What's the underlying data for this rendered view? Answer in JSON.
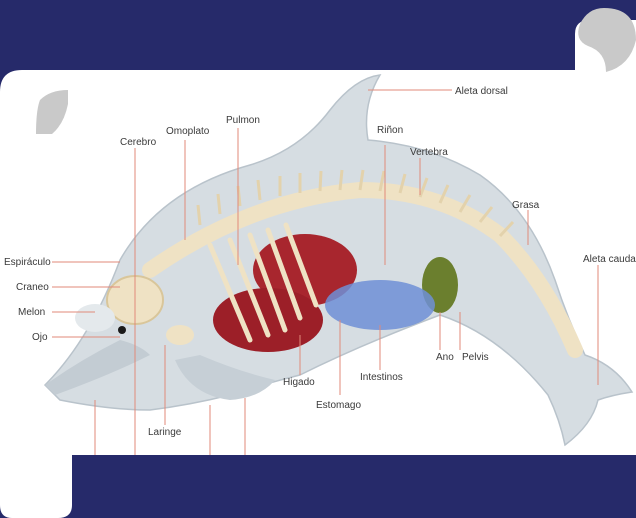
{
  "colors": {
    "frame": "#262a6a",
    "card": "#ffffff",
    "quote_mark": "#c9c9c9",
    "dolphin_skin": "#d6dde2",
    "skeleton": "#efe2c4",
    "organ_red": "#a8262e",
    "intestine_blue": "#6f8fd6",
    "label_line": "#e08a7a"
  },
  "icons": {
    "open_quote": "quote-open-icon",
    "close_quote": "quote-close-icon"
  },
  "labels": {
    "aleta_dorsal": "Aleta dorsal",
    "rinon": "Riñon",
    "vertebra": "Vertebra",
    "cerebro": "Cerebro",
    "omoplato": "Omoplato",
    "pulmon": "Pulmon",
    "espiraculo": "Espiráculo",
    "craneo": "Craneo",
    "melon": "Melon",
    "ojo": "Ojo",
    "grasa": "Grasa",
    "aleta_caudal": "Aleta caudal",
    "ano": "Ano",
    "pelvis": "Pelvis",
    "higado": "Higado",
    "intestinos": "Intestinos",
    "estomago": "Estomago",
    "laringe": "Laringe"
  }
}
